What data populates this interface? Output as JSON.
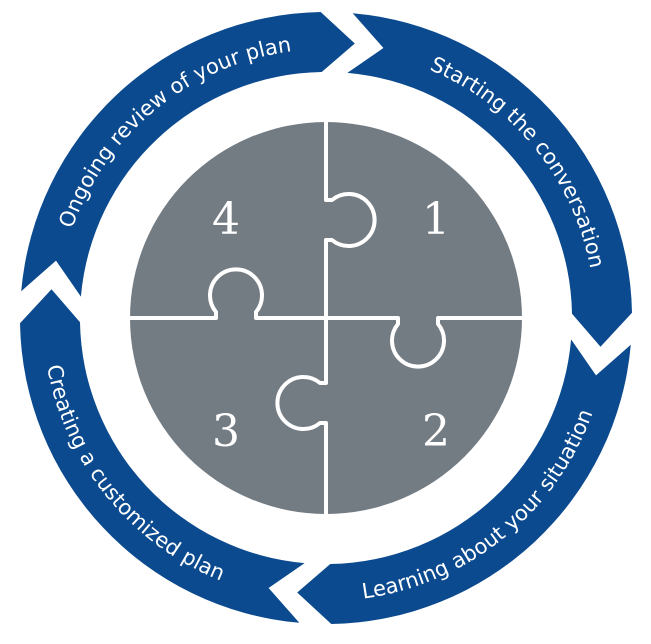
{
  "colors": {
    "ring": "#0b4a8e",
    "puzzle": "#737b83",
    "lines": "#ffffff"
  },
  "steps": [
    {
      "number": "1",
      "label": "Starting the conversation"
    },
    {
      "number": "2",
      "label": "Learning about your situation"
    },
    {
      "number": "3",
      "label": "Creating a customized plan"
    },
    {
      "number": "4",
      "label": "Ongoing review of your plan"
    }
  ]
}
